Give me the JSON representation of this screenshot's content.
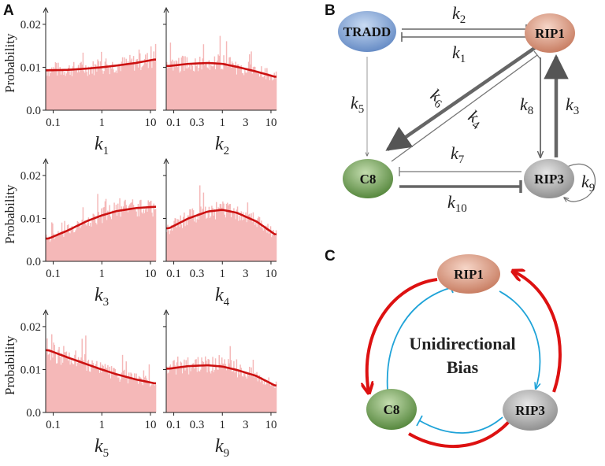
{
  "panel_labels": {
    "a": "A",
    "b": "B",
    "c": "C"
  },
  "histograms": {
    "ylabel": "Probability",
    "y_ticks": [
      "0.0",
      "0.01",
      "0.02"
    ],
    "x_ticks": [
      "0.1",
      "1",
      "10"
    ],
    "x_ticks_alt": [
      "0.1",
      "0.3",
      "1",
      "3",
      "10"
    ],
    "panels": [
      {
        "k": "k",
        "sub": "1",
        "show_ylabel": true
      },
      {
        "k": "k",
        "sub": "2",
        "show_ylabel": false
      },
      {
        "k": "k",
        "sub": "3",
        "show_ylabel": true
      },
      {
        "k": "k",
        "sub": "4",
        "show_ylabel": false
      },
      {
        "k": "k",
        "sub": "5",
        "show_ylabel": true
      },
      {
        "k": "k",
        "sub": "9",
        "show_ylabel": false
      }
    ]
  },
  "chart_data": [
    {
      "type": "bar",
      "parameter": "k1",
      "x_scale": "log",
      "xlim": [
        0.07,
        13
      ],
      "ylim": [
        0,
        0.022
      ],
      "fit_x": [
        0.08,
        0.2,
        0.5,
        1,
        2,
        5,
        12
      ],
      "fit_y": [
        0.0093,
        0.0094,
        0.0097,
        0.01,
        0.0104,
        0.011,
        0.0118
      ],
      "bar_color": "#f5b8b8",
      "fit_color": "#cc1111"
    },
    {
      "type": "bar",
      "parameter": "k2",
      "x_scale": "log",
      "xlim": [
        0.07,
        13
      ],
      "ylim": [
        0,
        0.022
      ],
      "fit_x": [
        0.08,
        0.2,
        0.5,
        1,
        2,
        5,
        12
      ],
      "fit_y": [
        0.0103,
        0.0108,
        0.011,
        0.0108,
        0.0101,
        0.009,
        0.0078
      ],
      "bar_color": "#f5b8b8",
      "fit_color": "#cc1111"
    },
    {
      "type": "bar",
      "parameter": "k3",
      "x_scale": "log",
      "xlim": [
        0.07,
        13
      ],
      "ylim": [
        0,
        0.022
      ],
      "fit_x": [
        0.08,
        0.2,
        0.5,
        1,
        2,
        5,
        12
      ],
      "fit_y": [
        0.0053,
        0.0072,
        0.0094,
        0.0107,
        0.0117,
        0.0124,
        0.0127
      ],
      "bar_color": "#f5b8b8",
      "fit_color": "#cc1111"
    },
    {
      "type": "bar",
      "parameter": "k4",
      "x_scale": "log",
      "xlim": [
        0.07,
        13
      ],
      "ylim": [
        0,
        0.022
      ],
      "fit_x": [
        0.08,
        0.2,
        0.5,
        1,
        2,
        5,
        12
      ],
      "fit_y": [
        0.0077,
        0.01,
        0.0116,
        0.012,
        0.0113,
        0.0093,
        0.0063
      ],
      "bar_color": "#f5b8b8",
      "fit_color": "#cc1111"
    },
    {
      "type": "bar",
      "parameter": "k5",
      "x_scale": "log",
      "xlim": [
        0.07,
        13
      ],
      "ylim": [
        0,
        0.022
      ],
      "fit_x": [
        0.08,
        0.2,
        0.5,
        1,
        2,
        5,
        12
      ],
      "fit_y": [
        0.0145,
        0.0128,
        0.0112,
        0.01,
        0.0089,
        0.0077,
        0.0068
      ],
      "bar_color": "#f5b8b8",
      "fit_color": "#cc1111"
    },
    {
      "type": "bar",
      "parameter": "k9",
      "x_scale": "log",
      "xlim": [
        0.07,
        13
      ],
      "ylim": [
        0,
        0.022
      ],
      "fit_x": [
        0.08,
        0.2,
        0.5,
        1,
        2,
        5,
        12
      ],
      "fit_y": [
        0.0102,
        0.0108,
        0.011,
        0.0107,
        0.0099,
        0.0085,
        0.0063
      ],
      "bar_color": "#f5b8b8",
      "fit_color": "#cc1111"
    }
  ],
  "network": {
    "nodes": {
      "tradd": "TRADD",
      "rip1": "RIP1",
      "c8": "C8",
      "rip3": "RIP3"
    },
    "rates": {
      "k2": "2",
      "k1": "1",
      "k6": "6",
      "k4": "4",
      "k5": "5",
      "k8": "8",
      "k3": "3",
      "k7": "7",
      "k10": "10",
      "k9": "9"
    },
    "rate_symbol": "k",
    "colors": {
      "tradd": "#6f93c9",
      "rip1": "#cf8e74",
      "c8": "#64944a",
      "rip3": "#9a9a9a"
    }
  },
  "cycle": {
    "nodes": {
      "rip1": "RIP1",
      "c8": "C8",
      "rip3": "RIP3"
    },
    "title_line1": "Unidirectional",
    "title_line2": "Bias",
    "colors": {
      "outer": "#dd1111",
      "inner": "#1fa3d8"
    }
  }
}
